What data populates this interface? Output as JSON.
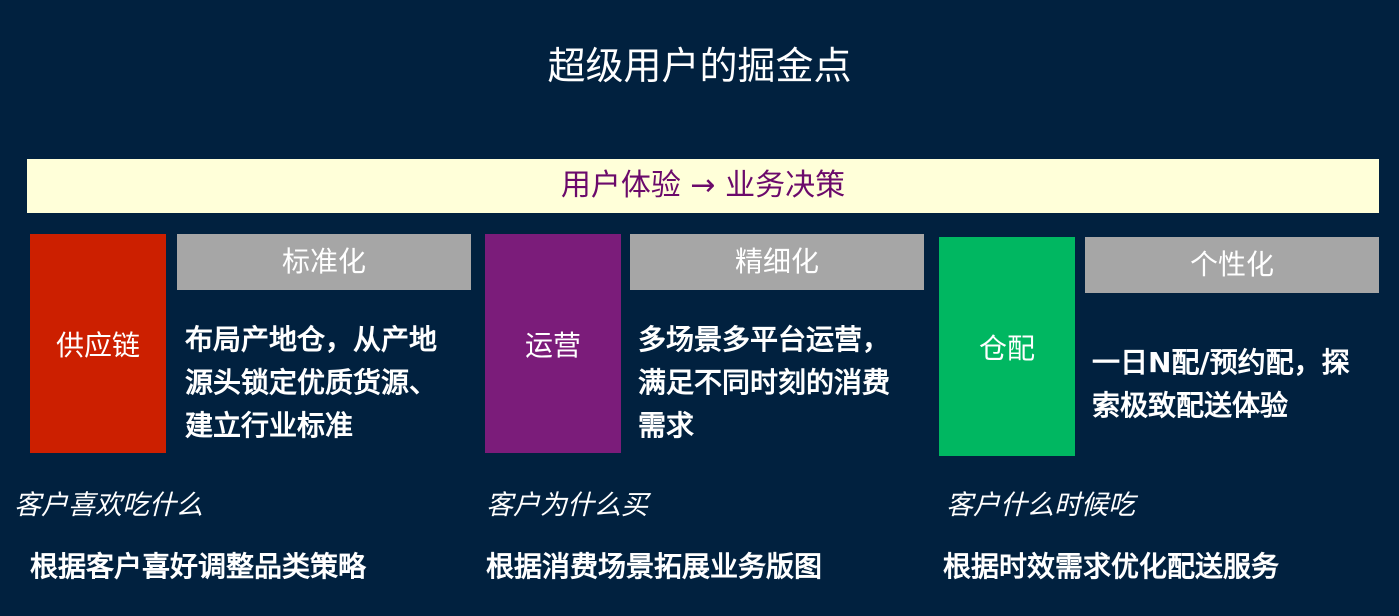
{
  "title": "超级用户的掘金点",
  "banner": "用户体验 → 业务决策",
  "columns": [
    {
      "block_label": "供应链",
      "block_color": "#cc1f00",
      "tag": "标准化",
      "desc_lines": [
        "布局产地仓，从产地",
        "源头锁定优质货源、",
        "建立行业标准"
      ],
      "question": "客户喜欢吃什么",
      "strategy": "根据客户喜好调整品类策略"
    },
    {
      "block_label": "运营",
      "block_color": "#7b1c7a",
      "tag": "精细化",
      "desc_lines": [
        "多场景多平台运营，",
        "满足不同时刻的消费",
        "需求"
      ],
      "question": "客户为什么买",
      "strategy": "根据消费场景拓展业务版图"
    },
    {
      "block_label": "仓配",
      "block_color": "#00b761",
      "tag": "个性化",
      "desc_lines": [
        "一日N配/预约配，探",
        "索极致配送体验"
      ],
      "question": "客户什么时候吃",
      "strategy": "根据时效需求优化配送服务"
    }
  ],
  "colors": {
    "background": "#01213f",
    "banner_bg": "#ffffd9",
    "banner_text": "#6b0a6b",
    "tag_bg": "#a6a6a6"
  }
}
